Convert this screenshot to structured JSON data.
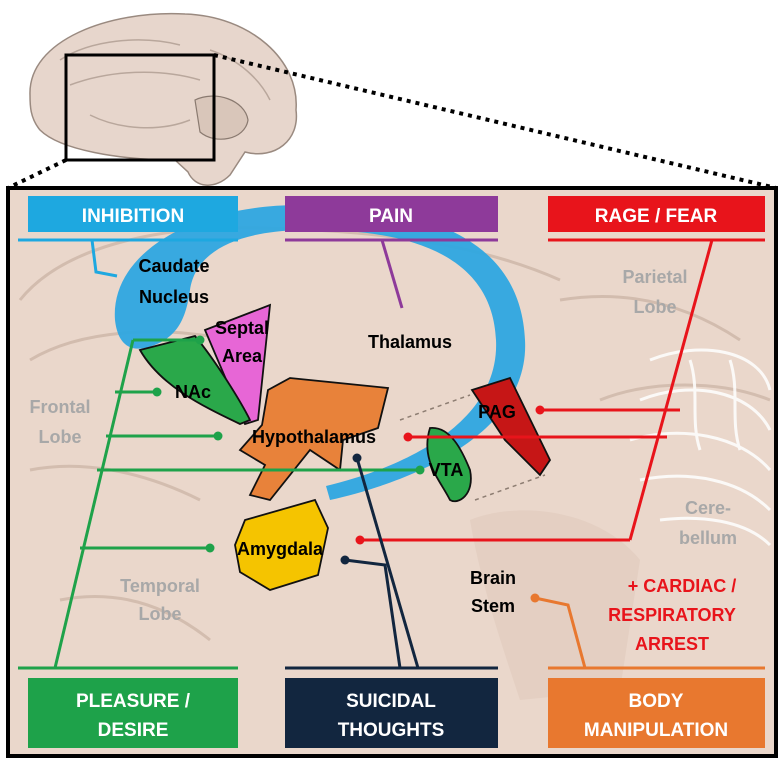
{
  "colors": {
    "inhibition": "#1ea8e0",
    "pain": "#8e3a9a",
    "rage_fear": "#e8141b",
    "pleasure": "#1ea24a",
    "suicidal": "#12263f",
    "body": "#e8782f",
    "caudate": "#2ea6e0",
    "septal": "#e766d6",
    "nac": "#2aa84a",
    "hypothalamus": "#e8823a",
    "vta": "#2aa84a",
    "pag": "#c61616",
    "amygdala": "#f5c400",
    "brain_bg": "#ead7cb"
  },
  "categories": {
    "inhibition": "INHIBITION",
    "pain": "PAIN",
    "rage_fear": "RAGE / FEAR",
    "pleasure_line1": "PLEASURE /",
    "pleasure_line2": "DESIRE",
    "suicidal_line1": "SUICIDAL",
    "suicidal_line2": "THOUGHTS",
    "body_line1": "BODY",
    "body_line2": "MANIPULATION"
  },
  "regions": {
    "caudate_line1": "Caudate",
    "caudate_line2": "Nucleus",
    "septal_line1": "Septal",
    "septal_line2": "Area",
    "thalamus": "Thalamus",
    "nac": "NAc",
    "pag": "PAG",
    "hypothalamus": "Hypothalamus",
    "vta": "VTA",
    "amygdala": "Amygdala",
    "brain_stem_line1": "Brain",
    "brain_stem_line2": "Stem"
  },
  "lobes": {
    "frontal_line1": "Frontal",
    "frontal_line2": "Lobe",
    "parietal_line1": "Parietal",
    "parietal_line2": "Lobe",
    "temporal_line1": "Temporal",
    "temporal_line2": "Lobe",
    "cerebellum_line1": "Cere-",
    "cerebellum_line2": "bellum"
  },
  "annotation": {
    "line1": "+ CARDIAC /",
    "line2": "RESPIRATORY",
    "line3": "ARREST"
  }
}
